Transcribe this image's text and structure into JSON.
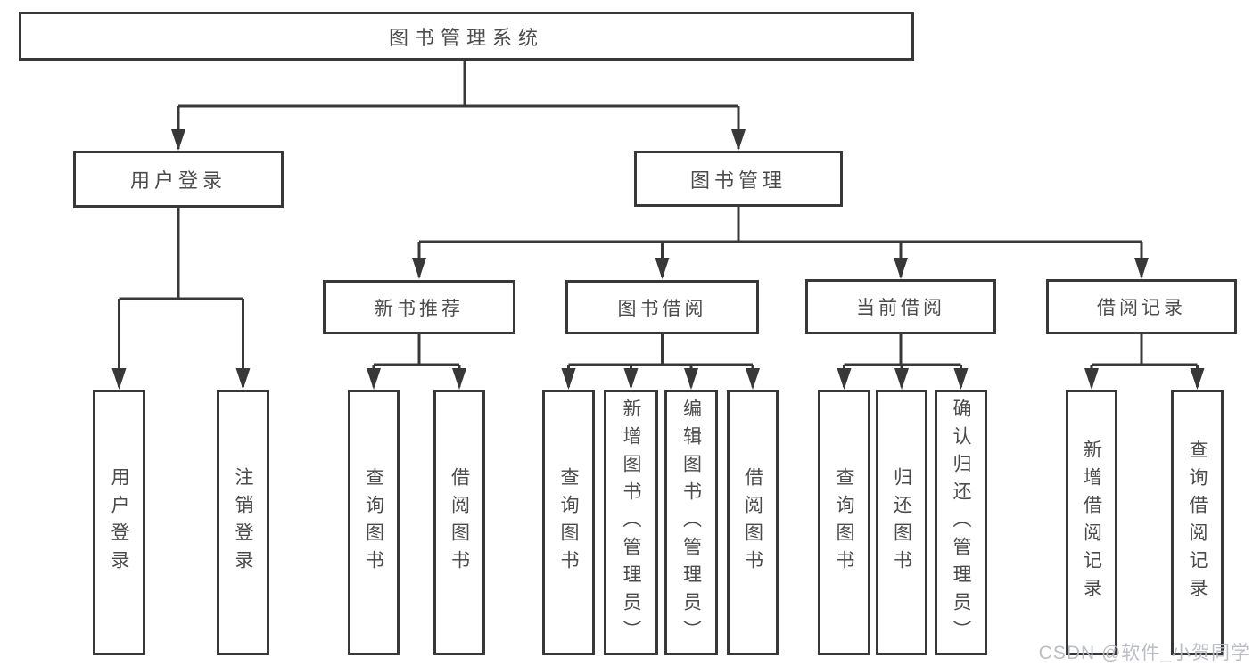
{
  "diagram": {
    "title": "图书管理系统",
    "level2": {
      "user_login": "用户登录",
      "book_management": "图书管理"
    },
    "level3": {
      "new_book_recommend": "新书推荐",
      "book_borrow": "图书借阅",
      "current_borrow": "当前借阅",
      "borrow_records": "借阅记录"
    },
    "leaves": {
      "user_login": [
        "用户登录",
        "注销登录"
      ],
      "new_book_recommend": [
        "查询图书",
        "借阅图书"
      ],
      "book_borrow": [
        "查询图书",
        "新增图书（管理员）",
        "编辑图书（管理员）",
        "借阅图书"
      ],
      "current_borrow": [
        "查询图书",
        "归还图书",
        "确认归还（管理员）"
      ],
      "borrow_records": [
        "新增借阅记录",
        "查询借阅记录"
      ]
    }
  },
  "watermark": {
    "text": "CSDN @软件_小贺同学"
  },
  "colors": {
    "line": "#383838",
    "text": "#4b4b4b",
    "watermark": "#b7bac0",
    "background": "#ffffff"
  }
}
